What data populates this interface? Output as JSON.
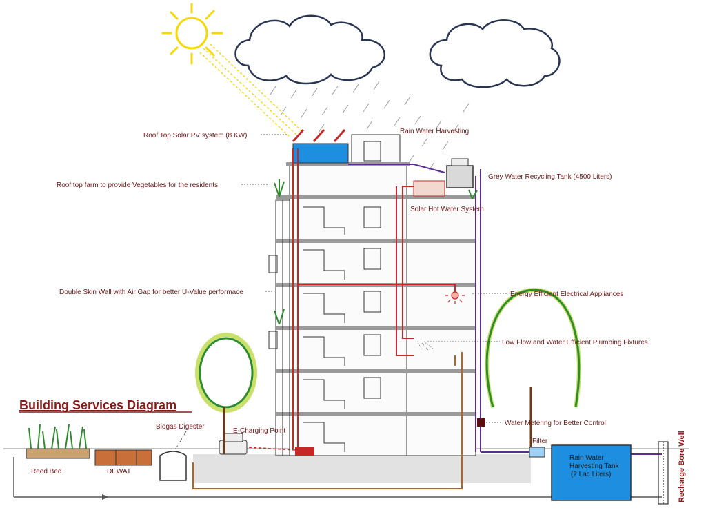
{
  "diagram": {
    "title": "Building Services Diagram",
    "labels": {
      "solar_pv": "Roof Top Solar PV system (8 KW)",
      "rain_harvesting": "Rain Water Harvesting",
      "grey_water_tank": "Grey Water Recycling Tank (4500 Liters)",
      "roof_farm": "Roof top farm to provide Vegetables for the residents",
      "solar_hot_water": "Solar Hot Water System",
      "double_skin": "Double Skin Wall with Air Gap for better U-Value performace",
      "electrical": "Energy Efficient Electrical Appliances",
      "plumbing": "Low Flow and Water Efficient Plumbing Fixtures",
      "biogas": "Biogas Digester",
      "e_charging": "E-Charging Point",
      "metering": "Water Metering for Better Control",
      "filter": "Filter",
      "reed_bed": "Reed Bed",
      "dewat": "DEWAT",
      "rwh_tank_line1": "Rain Water",
      "rwh_tank_line2": "Harvesting Tank",
      "rwh_tank_line3": "(2 Lac Liters)",
      "bore_well": "Recharge Bore Well"
    },
    "colors": {
      "label_text": "#6b1a1a",
      "title": "#8a1a1a",
      "solar_line": "#c62828",
      "grey_water_line": "#5b2d8e",
      "drain_line": "#c0601a",
      "water_tank": "#1e8fe0",
      "tree": "#2e8b2e",
      "sun": "#f5d90a",
      "cloud_outline": "#2a3550"
    }
  }
}
